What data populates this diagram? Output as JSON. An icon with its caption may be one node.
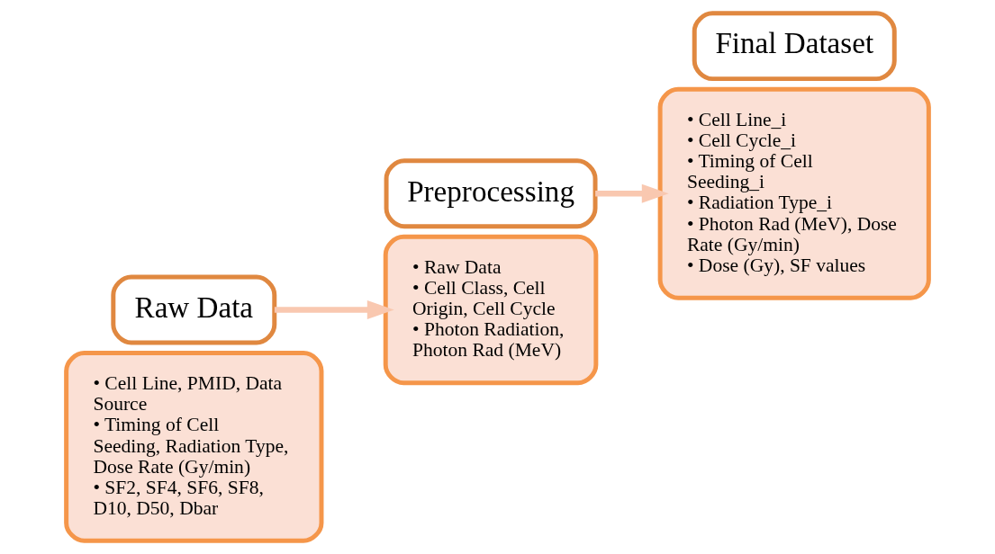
{
  "diagram": {
    "nodes": [
      {
        "text": [
          "• Cell Line, PMID, Data Source",
          "• Timing of Cell Seeding, Radiation Type, Dose Rate (Gy/min)",
          "• SF2, SF4, SF6, SF8, D10, D50, Dbar"
        ]
      },
      {
        "text": [
          "Raw Data"
        ]
      },
      {
        "text": [
          "• Raw Data",
          "• Cell Class, Cell Origin, Cell Cycle",
          "• Photon Radiation, Photon Rad (MeV)"
        ]
      },
      {
        "text": [
          "Preprocessing"
        ]
      },
      {
        "text": [
          "• Cell Line_i",
          "• Cell Cycle_i",
          "• Timing of Cell Seeding_i",
          "• Radiation Type_i",
          "• Photon Rad (MeV), Dose Rate (Gy/min)",
          "• Dose (Gy), SF values"
        ]
      },
      {
        "text": [
          "Final Dataset"
        ]
      }
    ],
    "edges": [
      {
        "from": 1,
        "to": 2,
        "arrow": "to",
        "color": "#f9c8b0"
      },
      {
        "from": 3,
        "to": 4,
        "arrow": "to",
        "color": "#f9c8b0"
      }
    ]
  }
}
